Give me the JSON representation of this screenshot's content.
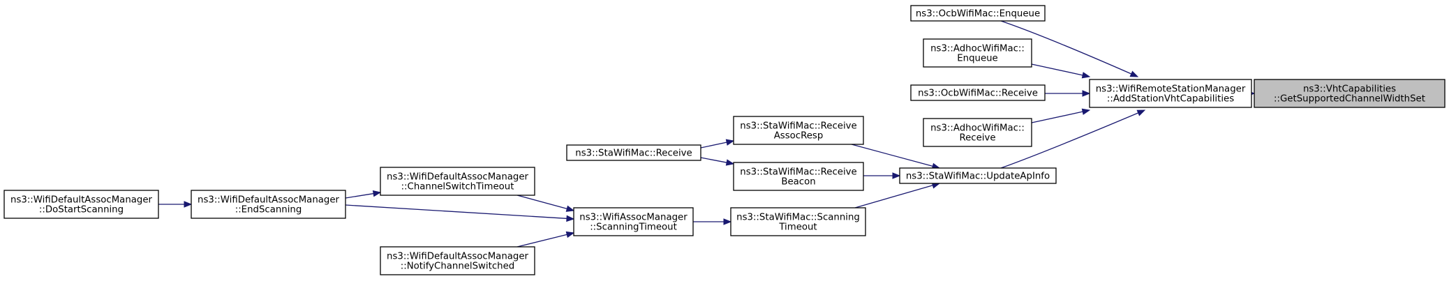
{
  "diagram": {
    "nodes": [
      {
        "id": "n0",
        "lines": [
          "ns3::VhtCapabilities",
          "::GetSupportedChannelWidthSet"
        ],
        "root": true
      },
      {
        "id": "n1",
        "lines": [
          "ns3::WifiRemoteStationManager",
          "::AddStationVhtCapabilities"
        ]
      },
      {
        "id": "n2",
        "lines": [
          "ns3::OcbWifiMac::Enqueue"
        ]
      },
      {
        "id": "n3",
        "lines": [
          "ns3::AdhocWifiMac::",
          "Enqueue"
        ]
      },
      {
        "id": "n4",
        "lines": [
          "ns3::OcbWifiMac::Receive"
        ]
      },
      {
        "id": "n5",
        "lines": [
          "ns3::AdhocWifiMac::",
          "Receive"
        ]
      },
      {
        "id": "n6",
        "lines": [
          "ns3::StaWifiMac::UpdateApInfo"
        ]
      },
      {
        "id": "n7",
        "lines": [
          "ns3::StaWifiMac::Receive",
          "AssocResp"
        ]
      },
      {
        "id": "n8",
        "lines": [
          "ns3::StaWifiMac::Receive",
          "Beacon"
        ]
      },
      {
        "id": "n9",
        "lines": [
          "ns3::StaWifiMac::Scanning",
          "Timeout"
        ]
      },
      {
        "id": "n10",
        "lines": [
          "ns3::StaWifiMac::Receive"
        ]
      },
      {
        "id": "n11",
        "lines": [
          "ns3::WifiAssocManager",
          "::ScanningTimeout"
        ]
      },
      {
        "id": "n12",
        "lines": [
          "ns3::WifiDefaultAssocManager",
          "::ChannelSwitchTimeout"
        ]
      },
      {
        "id": "n13",
        "lines": [
          "ns3::WifiDefaultAssocManager",
          "::EndScanning"
        ]
      },
      {
        "id": "n14",
        "lines": [
          "ns3::WifiDefaultAssocManager",
          "::NotifyChannelSwitched"
        ]
      },
      {
        "id": "n15",
        "lines": [
          "ns3::WifiDefaultAssocManager",
          "::DoStartScanning"
        ]
      }
    ],
    "edges": [
      {
        "from": "n1",
        "to": "n0"
      },
      {
        "from": "n2",
        "to": "n1"
      },
      {
        "from": "n3",
        "to": "n1"
      },
      {
        "from": "n4",
        "to": "n1"
      },
      {
        "from": "n5",
        "to": "n1"
      },
      {
        "from": "n6",
        "to": "n1"
      },
      {
        "from": "n7",
        "to": "n6"
      },
      {
        "from": "n8",
        "to": "n6"
      },
      {
        "from": "n9",
        "to": "n6"
      },
      {
        "from": "n10",
        "to": "n7"
      },
      {
        "from": "n10",
        "to": "n8"
      },
      {
        "from": "n11",
        "to": "n9"
      },
      {
        "from": "n12",
        "to": "n11"
      },
      {
        "from": "n13",
        "to": "n11"
      },
      {
        "from": "n14",
        "to": "n11"
      },
      {
        "from": "n13",
        "to": "n12"
      },
      {
        "from": "n15",
        "to": "n13"
      }
    ],
    "colors": {
      "edge": "#191970",
      "root_fill": "#bfbfbf",
      "node_fill": "#ffffff",
      "border": "#000000"
    }
  }
}
